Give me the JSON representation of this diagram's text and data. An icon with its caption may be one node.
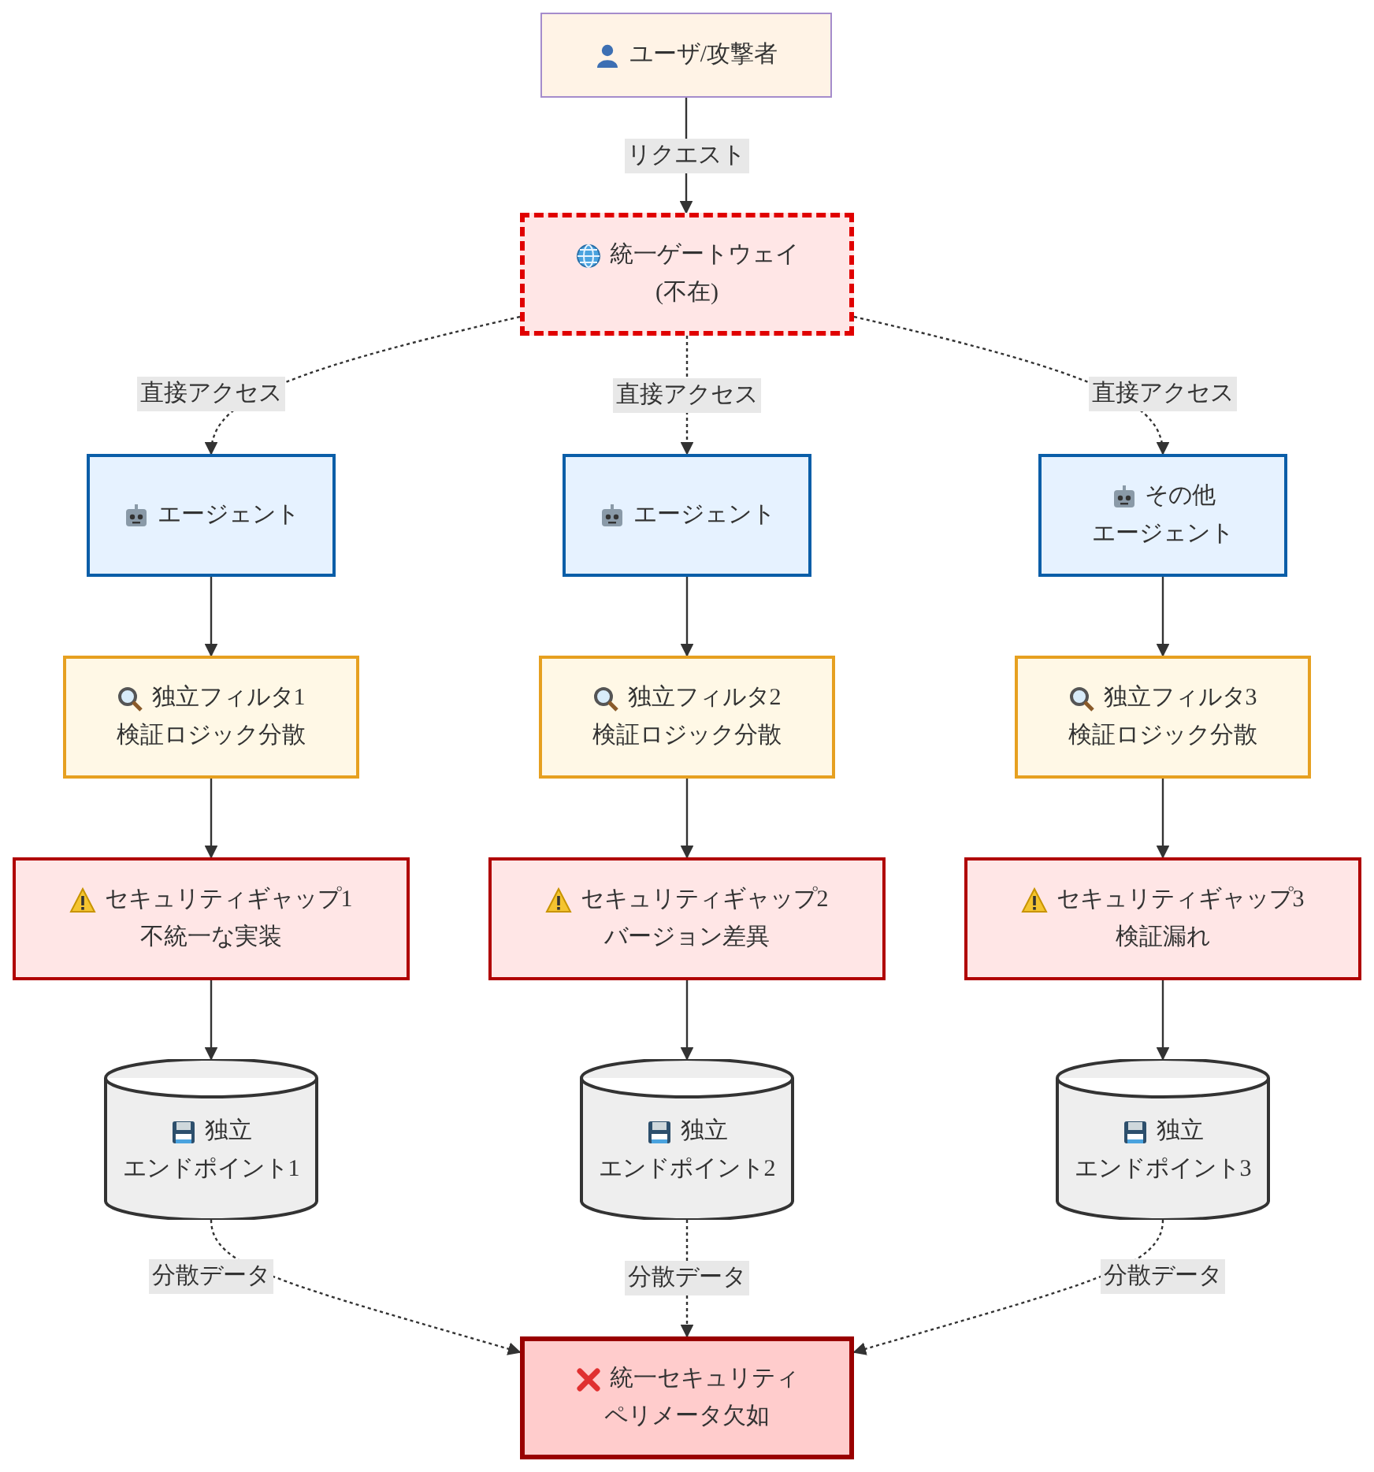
{
  "diagram": {
    "nodes": [
      {
        "text": [
          "ユーザ/攻撃者"
        ]
      },
      {
        "text": [
          "統一ゲートウェイ",
          "(不在)"
        ]
      },
      {
        "text": [
          "エージェント"
        ]
      },
      {
        "text": [
          "エージェント"
        ]
      },
      {
        "text": [
          "その他",
          "エージェント"
        ]
      },
      {
        "text": [
          "独立フィルタ1",
          "検証ロジック分散"
        ]
      },
      {
        "text": [
          "独立フィルタ2",
          "検証ロジック分散"
        ]
      },
      {
        "text": [
          "独立フィルタ3",
          "検証ロジック分散"
        ]
      },
      {
        "text": [
          "セキュリティギャップ1",
          "不統一な実装"
        ]
      },
      {
        "text": [
          "セキュリティギャップ2",
          "バージョン差異"
        ]
      },
      {
        "text": [
          "セキュリティギャップ3",
          "検証漏れ"
        ]
      },
      {
        "text": [
          "独立",
          "エンドポイント1"
        ]
      },
      {
        "text": [
          "独立",
          "エンドポイント2"
        ]
      },
      {
        "text": [
          "独立",
          "エンドポイント3"
        ]
      },
      {
        "text": [
          "統一セキュリティ",
          "ペリメータ欠如"
        ]
      }
    ],
    "edges": [
      {
        "from": 0,
        "to": 1,
        "arrow": "to",
        "label": "リクエスト"
      },
      {
        "from": 1,
        "to": 2,
        "arrow": "to",
        "label": "直接アクセス",
        "style": "dashed"
      },
      {
        "from": 1,
        "to": 3,
        "arrow": "to",
        "label": "直接アクセス",
        "style": "dashed"
      },
      {
        "from": 1,
        "to": 4,
        "arrow": "to",
        "label": "直接アクセス",
        "style": "dashed"
      },
      {
        "from": 2,
        "to": 5,
        "arrow": "to"
      },
      {
        "from": 3,
        "to": 6,
        "arrow": "to"
      },
      {
        "from": 4,
        "to": 7,
        "arrow": "to"
      },
      {
        "from": 5,
        "to": 8,
        "arrow": "to"
      },
      {
        "from": 6,
        "to": 9,
        "arrow": "to"
      },
      {
        "from": 7,
        "to": 10,
        "arrow": "to"
      },
      {
        "from": 8,
        "to": 11,
        "arrow": "to"
      },
      {
        "from": 9,
        "to": 12,
        "arrow": "to"
      },
      {
        "from": 10,
        "to": 13,
        "arrow": "to"
      },
      {
        "from": 11,
        "to": 14,
        "arrow": "to",
        "label": "分散データ",
        "style": "dashed"
      },
      {
        "from": 12,
        "to": 14,
        "arrow": "to",
        "label": "分散データ",
        "style": "dashed"
      },
      {
        "from": 13,
        "to": 14,
        "arrow": "to",
        "label": "分散データ",
        "style": "dashed"
      }
    ]
  }
}
